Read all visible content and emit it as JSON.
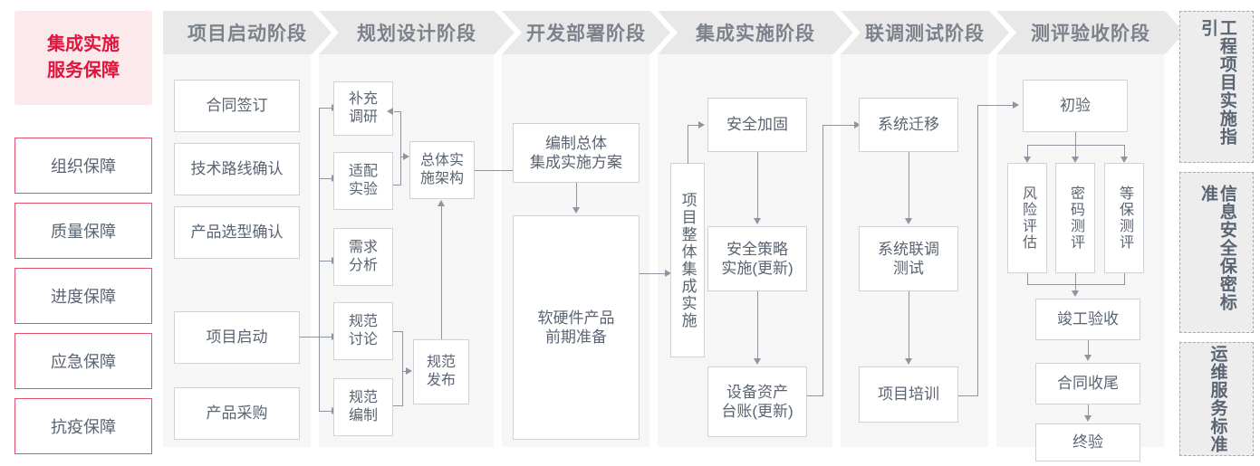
{
  "left_rail": {
    "title": "集成实施\n服务保障",
    "title_line1": "集成实施",
    "title_line2": "服务保障",
    "accent_color": "#e1143c",
    "title_bg": "#fce9ec",
    "border_color": "#e0516d",
    "items": [
      {
        "label": "组织保障"
      },
      {
        "label": "质量保障"
      },
      {
        "label": "进度保障"
      },
      {
        "label": "应急保障"
      },
      {
        "label": "抗疫保障"
      }
    ]
  },
  "stages": [
    {
      "header": "项目启动阶段",
      "boxes": [
        {
          "label": "合同签订"
        },
        {
          "label": "技术路线确认"
        },
        {
          "label": "产品选型确认"
        },
        {
          "label": "项目启动"
        },
        {
          "label": "产品采购"
        }
      ]
    },
    {
      "header": "规划设计阶段",
      "boxes": [
        {
          "label": "补充\n调研",
          "l1": "补充",
          "l2": "调研"
        },
        {
          "label": "适配\n实验",
          "l1": "适配",
          "l2": "实验"
        },
        {
          "label": "需求\n分析",
          "l1": "需求",
          "l2": "分析"
        },
        {
          "label": "规范\n讨论",
          "l1": "规范",
          "l2": "讨论"
        },
        {
          "label": "规范\n编制",
          "l1": "规范",
          "l2": "编制"
        },
        {
          "label": "总体实\n施架构",
          "l1": "总体实",
          "l2": "施架构"
        },
        {
          "label": "规范\n发布",
          "l1": "规范",
          "l2": "发布"
        }
      ]
    },
    {
      "header": "开发部署阶段",
      "boxes": [
        {
          "label": "编制总体\n集成实施方案",
          "l1": "编制总体",
          "l2": "集成实施方案"
        },
        {
          "label": "软硬件产品\n前期准备",
          "l1": "软硬件产品",
          "l2": "前期准备"
        }
      ]
    },
    {
      "header": "集成实施阶段",
      "boxes": [
        {
          "label": "项目整体集成实施"
        },
        {
          "label": "安全加固"
        },
        {
          "label": "安全策略\n实施(更新)",
          "l1": "安全策略",
          "l2": "实施(更新)"
        },
        {
          "label": "设备资产\n台账(更新)",
          "l1": "设备资产",
          "l2": "台账(更新)"
        }
      ]
    },
    {
      "header": "联调测试阶段",
      "boxes": [
        {
          "label": "系统迁移"
        },
        {
          "label": "系统联调\n测试",
          "l1": "系统联调",
          "l2": "测试"
        },
        {
          "label": "项目培训"
        }
      ]
    },
    {
      "header": "测评验收阶段",
      "boxes": [
        {
          "label": "初验"
        },
        {
          "label": "风险评估"
        },
        {
          "label": "密码测评"
        },
        {
          "label": "等保测评"
        },
        {
          "label": "竣工验收"
        },
        {
          "label": "合同收尾"
        },
        {
          "label": "终验"
        }
      ]
    }
  ],
  "right_rail": {
    "items": [
      {
        "label": "工程项目实施指引"
      },
      {
        "label": "信息安全保密标准"
      },
      {
        "label": "运维服务标准"
      }
    ]
  }
}
